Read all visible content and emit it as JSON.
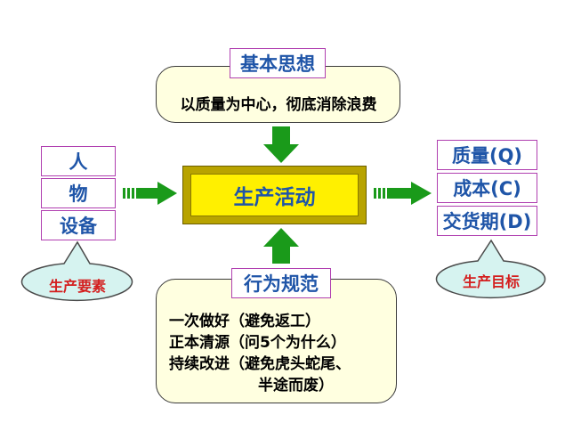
{
  "thought": {
    "title": "基本思想",
    "text": "以质量为中心，彻底消除浪费"
  },
  "core": {
    "label": "生产活动"
  },
  "inputs": {
    "items": [
      "人",
      "物",
      "设备"
    ],
    "bubble": "生产要素"
  },
  "outputs": {
    "items": [
      "质量(Q)",
      "成本(C)",
      "交货期(D)"
    ],
    "bubble": "生产目标"
  },
  "norms": {
    "title": "行为规范",
    "lines": [
      "一次做好（避免返工）",
      "正本清源（问5个为什么）",
      "持续改进（避免虎头蛇尾、",
      "半途而废）"
    ]
  },
  "colors": {
    "arrow_green": "#1a9a1a",
    "cream": "#ffffe0",
    "bubble_teal": "#d6f3f0",
    "core_yellow": "#fff000",
    "accent_pink": "#b03fb0",
    "title_blue": "#1f55a8",
    "bubble_red_text": "#d41f1f"
  }
}
